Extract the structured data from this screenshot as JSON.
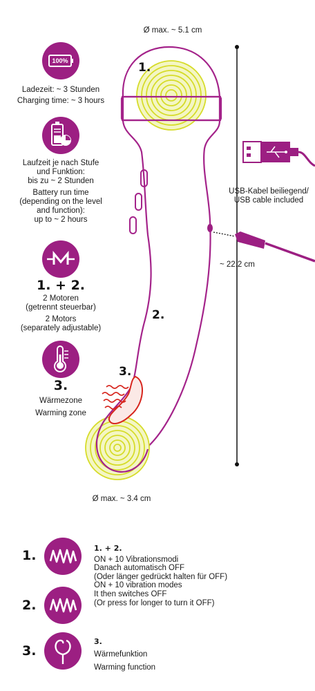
{
  "colors": {
    "magenta": "#9c1f82",
    "outline": "#a4238a",
    "coil": "#d6dc2a",
    "coil_fill": "#f4f6c4",
    "heat": "#d7261e"
  },
  "top_diameter": "Ø max. ~ 5.1 cm",
  "bottom_diameter": "Ø max. ~ 3.4 cm",
  "length": "~ 22.2 cm",
  "usb_label_de": "USB-Kabel beiliegend/",
  "usb_label_en": "USB cable included",
  "device_labels": {
    "one": "1.",
    "two": "2.",
    "three": "3."
  },
  "charging": {
    "icon": "battery-icon",
    "badge": "100%",
    "line_de": "Ladezeit: ~ 3 Stunden",
    "line_en": "Charging time: ~ 3 hours"
  },
  "runtime": {
    "icon": "battery-clock-icon",
    "lines_de": [
      "Laufzeit je nach Stufe",
      "und Funktion:",
      "bis zu ~ 2 Stunden"
    ],
    "lines_en": [
      "Battery run time",
      "(depending on the level",
      "and function):",
      "up to ~ 2 hours"
    ]
  },
  "motors": {
    "icon": "motor-icon",
    "heading": "1. + 2.",
    "lines_de": [
      "2 Motoren",
      "(getrennt steuerbar)"
    ],
    "lines_en": [
      "2 Motors",
      "(separately adjustable)"
    ]
  },
  "warming": {
    "icon": "thermometer-icon",
    "heading": "3.",
    "line_de": "Wärmezone",
    "line_en": "Warming zone"
  },
  "buttons": [
    {
      "number": "1.",
      "icon": "vibration-button-icon"
    },
    {
      "number": "2.",
      "icon": "vibration-button-icon"
    },
    {
      "number": "3.",
      "icon": "warming-button-icon"
    }
  ],
  "button_text_1": {
    "heading": "1. + 2.",
    "lines": [
      "ON + 10 Vibrationsmodi",
      "Danach automatisch OFF",
      "(Oder länger gedrückt halten für OFF)",
      "ON + 10 vibration modes",
      "It then switches OFF",
      "(Or press for longer to turn it OFF)"
    ]
  },
  "button_text_3": {
    "heading": "3.",
    "lines": [
      "Wärmefunktion",
      "Warming function"
    ]
  }
}
